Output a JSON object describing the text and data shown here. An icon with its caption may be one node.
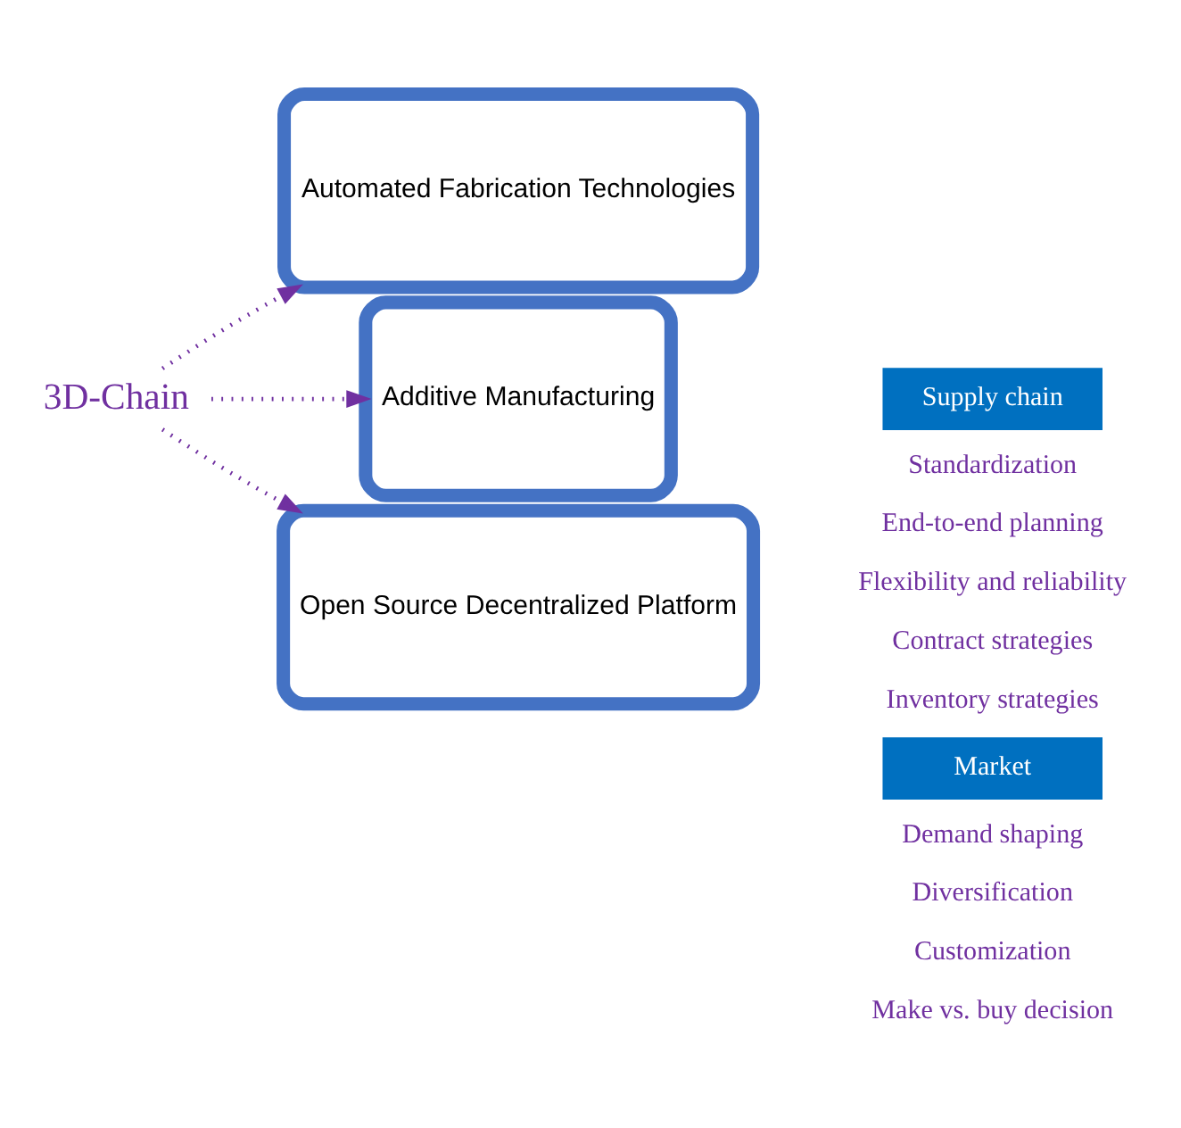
{
  "diagram": {
    "nodes": [
      {
        "text": [
          "3D-Chain"
        ]
      },
      {
        "text": [
          "Automated Fabrication Technologies"
        ]
      },
      {
        "text": [
          "Additive Manufacturing"
        ]
      },
      {
        "text": [
          "Open Source Decentralized Platform"
        ]
      },
      {
        "text": [
          "Supply chain"
        ]
      },
      {
        "text": [
          "Market"
        ]
      }
    ],
    "edges": [
      {
        "from": 0,
        "to": 1,
        "arrow": "to",
        "style": "dashed"
      },
      {
        "from": 0,
        "to": 2,
        "arrow": "to",
        "style": "dashed"
      },
      {
        "from": 0,
        "to": 3,
        "arrow": "to",
        "style": "dashed"
      }
    ],
    "labels": [
      "Standardization",
      "End-to-end planning",
      "Flexibility and reliability",
      "Contract strategies",
      "Inventory strategies",
      "Demand shaping",
      "Diversification",
      "Customization",
      "Make vs. buy decision"
    ]
  }
}
